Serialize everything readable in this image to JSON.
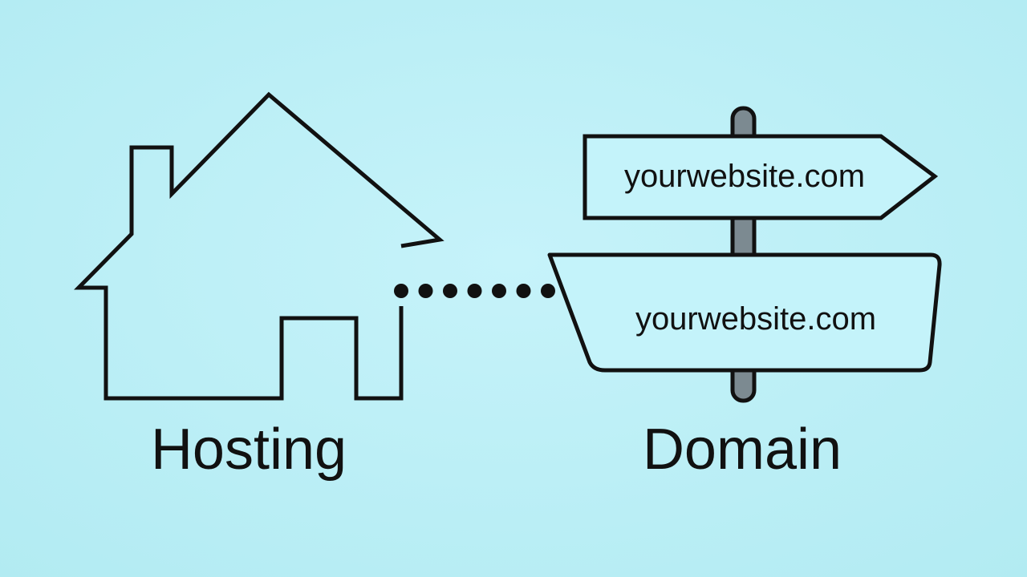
{
  "colors": {
    "background_center": "#c6f3fa",
    "background_edge": "#b2ebf2",
    "stroke": "#111111",
    "sign_fill": "#c4f3fa",
    "post_fill": "#7c8a91"
  },
  "hosting": {
    "icon": "house-icon",
    "caption": "Hosting"
  },
  "connector": {
    "icon": "dotted-connector",
    "dot_count": 7
  },
  "domain": {
    "icon": "signpost-icon",
    "signs": [
      {
        "shape": "arrow",
        "text": "yourwebsite.com"
      },
      {
        "shape": "trapezoid",
        "text": "yourwebsite.com"
      }
    ],
    "caption": "Domain"
  }
}
